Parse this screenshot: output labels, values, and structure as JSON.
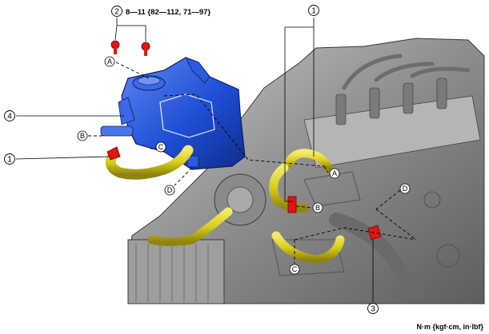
{
  "callouts": {
    "part_1": "1",
    "part_2": "2",
    "part_3": "3",
    "part_4": "4"
  },
  "torque_spec": "8—11 {82—112, 71—97}",
  "letters": {
    "a": "A",
    "b": "B",
    "c": "C",
    "d": "D"
  },
  "units_note": "N·m {kgf·cm, in·lbf}",
  "colors": {
    "reservoir": "#1f4fd6",
    "hose": "#d9cc1a",
    "fastener": "#e01515",
    "engine": "#9a9a9a"
  }
}
